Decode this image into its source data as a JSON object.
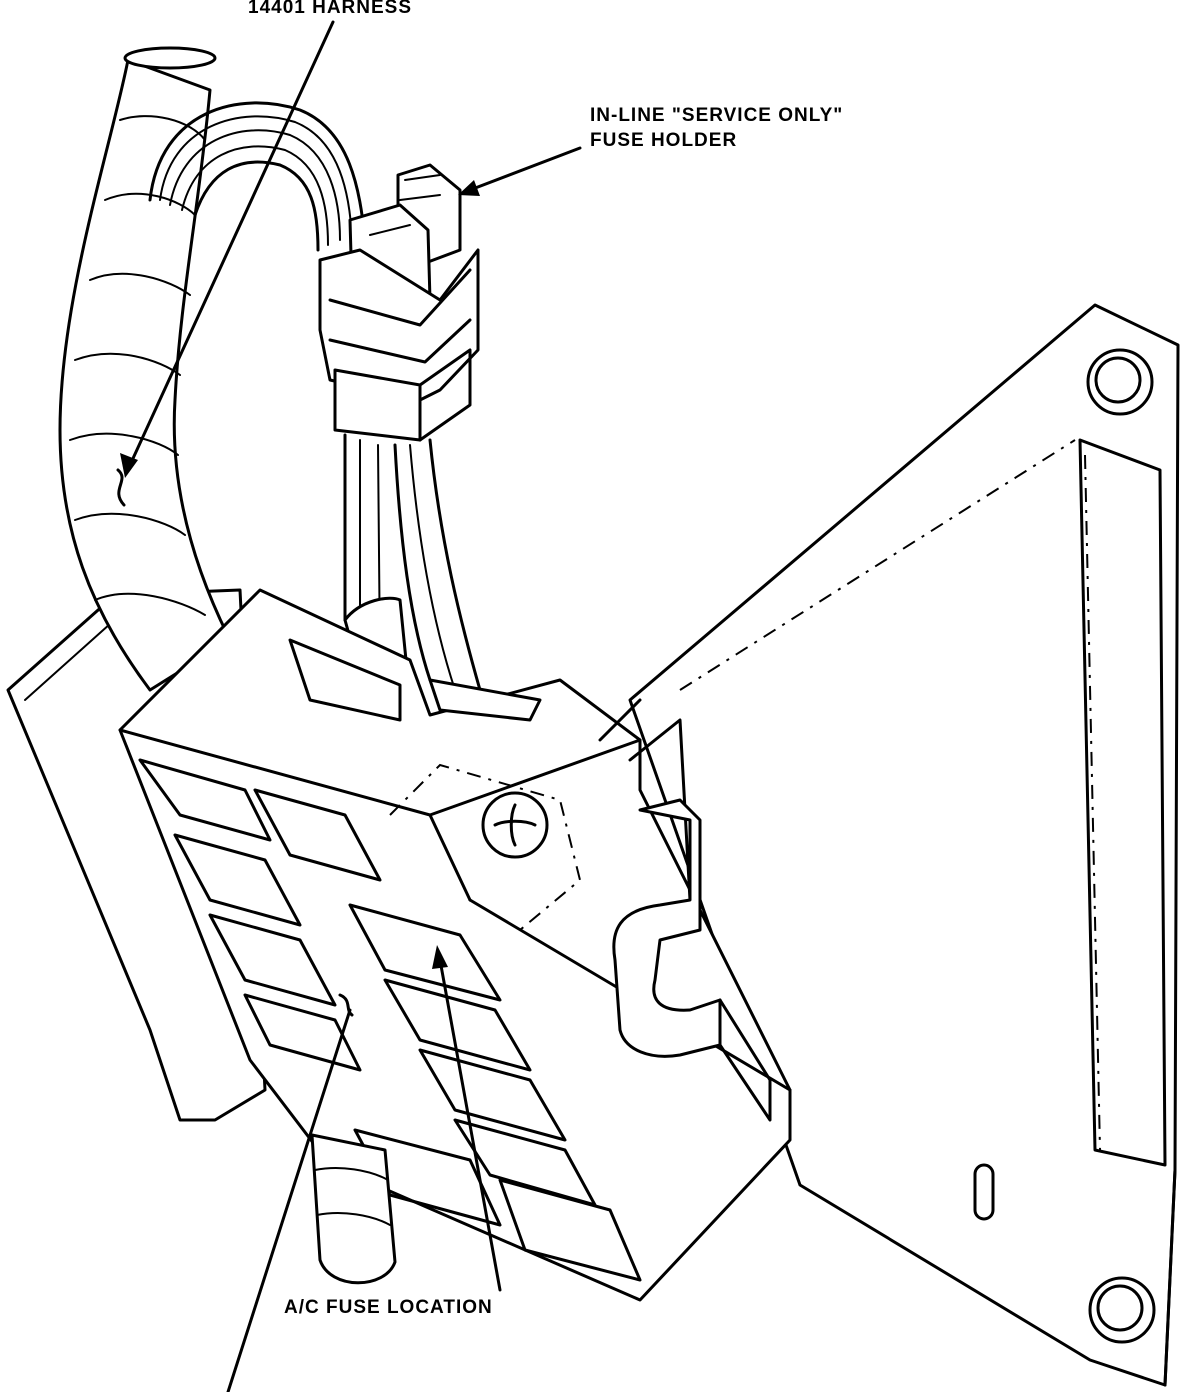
{
  "labels": {
    "harness": "14401 HARNESS",
    "fuse_holder_line1": "IN-LINE \"SERVICE ONLY\"",
    "fuse_holder_line2": "FUSE HOLDER",
    "ac_fuse": "A/C FUSE LOCATION"
  }
}
